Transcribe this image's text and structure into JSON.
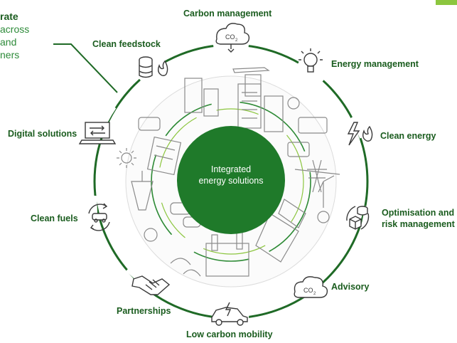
{
  "intro": {
    "line1": "rate",
    "line2": "across",
    "line3": "and",
    "line4": "ners"
  },
  "center": {
    "line1": "Integrated",
    "line2": "energy solutions"
  },
  "nodes": {
    "carbon_management": "Carbon management",
    "clean_feedstock": "Clean feedstock",
    "energy_management": "Energy management",
    "digital_solutions": "Digital solutions",
    "clean_energy": "Clean energy",
    "clean_fuels": "Clean fuels",
    "optimisation_line1": "Optimisation and",
    "optimisation_line2": "risk management",
    "advisory": "Advisory",
    "partnerships": "Partnerships",
    "low_carbon_mobility": "Low carbon mobility"
  },
  "icons": {
    "co2_top": "CO",
    "co2_sub": "2"
  },
  "colors": {
    "dark_green": "#1a5c1e",
    "center_green": "#1f7a2a",
    "ring_green": "#2d7a32",
    "light_green": "#8cc63f",
    "icon_gray": "#3a3a3a"
  }
}
